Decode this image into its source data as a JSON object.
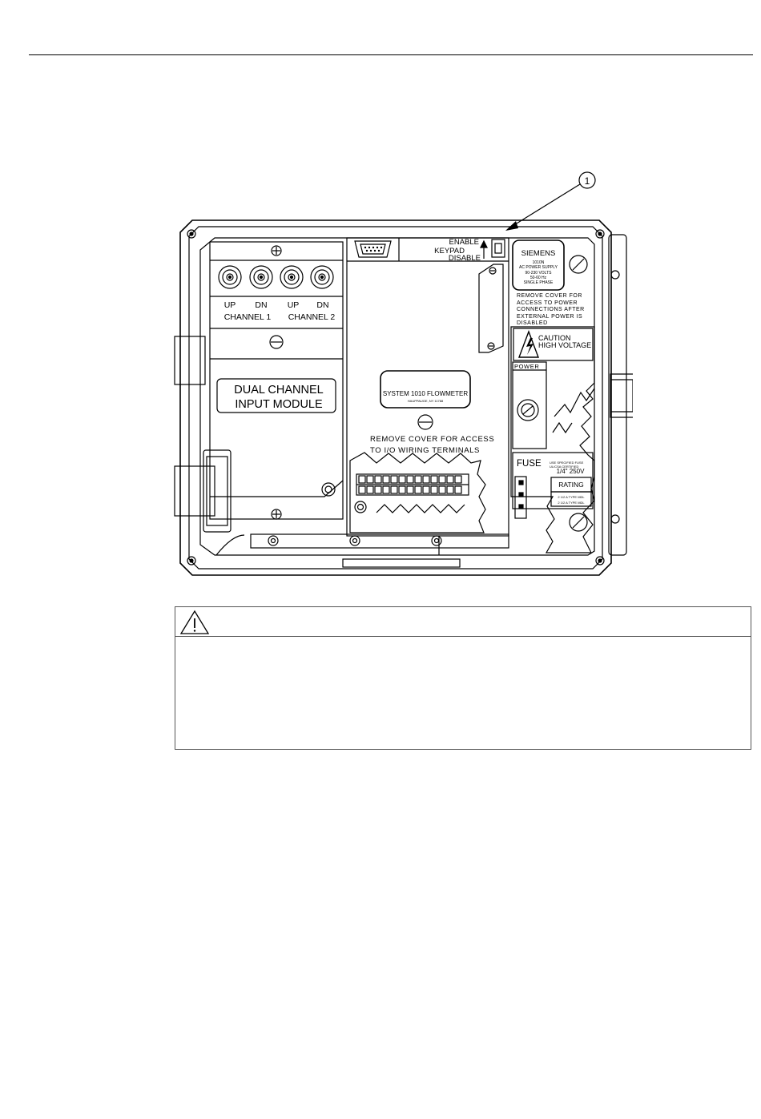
{
  "header": {
    "rule": true
  },
  "figure": {
    "callout_number": "1",
    "keypad": {
      "enable": "ENABLE",
      "keypad": "KEYPAD",
      "disable": "DISABLE"
    },
    "siemens_label": {
      "brand": "SIEMENS",
      "line1": "1010N",
      "line2": "AC POWER SUPPLY",
      "line3": "90-230 VOLTS",
      "line4": "50-60 Hz",
      "line5": "SINGLE PHASE"
    },
    "power_cover_note": {
      "line1": "REMOVE COVER FOR",
      "line2": "ACCESS TO POWER",
      "line3": "CONNECTIONS AFTER",
      "line4": "EXTERNAL POWER IS",
      "line5": "DISABLED"
    },
    "caution": {
      "line1": "CAUTION",
      "line2": "HIGH VOLTAGE"
    },
    "power_label": "POWER",
    "fuse": {
      "label": "FUSE",
      "note1": "USE SPECIFIED FUSE",
      "note2": "UL/CSA CERTIFIED",
      "value": "1/4\" 250V",
      "rating": "RATING",
      "rating1": "2 1/2 A TYPE MDL",
      "rating2": "2 1/2 A TYPE MDL"
    },
    "channels": {
      "up1": "UP",
      "dn1": "DN",
      "up2": "UP",
      "dn2": "DN",
      "channel1": "CHANNEL 1",
      "channel2": "CHANNEL 2"
    },
    "module": {
      "line1": "DUAL CHANNEL",
      "line2": "INPUT MODULE"
    },
    "flowmeter": {
      "title": "SYSTEM 1010 FLOWMETER",
      "subtitle": "HAUPPAUGE, NY 11788"
    },
    "io_cover_note": {
      "line1": "REMOVE COVER FOR ACCESS",
      "line2": "TO I/O WIRING TERMINALS"
    }
  },
  "warning": {
    "icon": "warning-triangle-icon"
  }
}
